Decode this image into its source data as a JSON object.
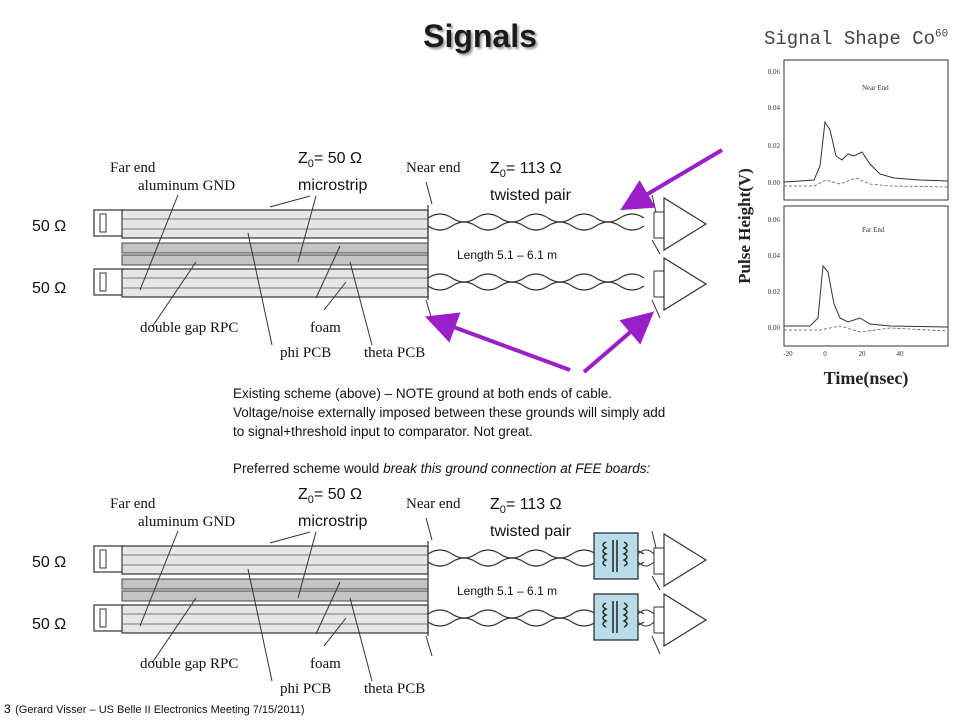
{
  "title": "Signals",
  "diagram_top": {
    "z_micro_prefix": "Z",
    "z_micro_sub": "0",
    "z_micro_value": "= 50 Ω",
    "z_micro_type": "microstrip",
    "z_twist_prefix": "Z",
    "z_twist_sub": "0",
    "z_twist_value": "= 113 Ω",
    "z_twist_type": "twisted pair",
    "far_end": "Far end",
    "near_end": "Near end",
    "aluminum_gnd": "aluminum GND",
    "term_1": "50 Ω",
    "term_2": "50 Ω",
    "length": "Length 5.1 – 6.1 m",
    "double_gap_rpc": "double gap RPC",
    "foam": "foam",
    "phi_pcb": "phi PCB",
    "theta_pcb": "theta PCB"
  },
  "diagram_bottom": {
    "z_micro_prefix": "Z",
    "z_micro_sub": "0",
    "z_micro_value": "= 50 Ω",
    "z_micro_type": "microstrip",
    "z_twist_prefix": "Z",
    "z_twist_sub": "0",
    "z_twist_value": "= 113 Ω",
    "z_twist_type": "twisted pair",
    "far_end": "Far end",
    "near_end": "Near end",
    "aluminum_gnd": "aluminum GND",
    "term_1": "50 Ω",
    "term_2": "50 Ω",
    "length": "Length 5.1 – 6.1 m",
    "double_gap_rpc": "double gap RPC",
    "foam": "foam",
    "phi_pcb": "phi PCB",
    "theta_pcb": "theta PCB"
  },
  "note": {
    "line1": "Existing scheme (above) – NOTE ground at both ends of cable.",
    "line2": "Voltage/noise externally imposed between these grounds will simply add",
    "line3": "to signal+threshold input to comparator. Not great.",
    "line4_plain": "Preferred scheme would ",
    "line4_italic": "break this ground connection at FEE boards:"
  },
  "plot": {
    "title": "Signal Shape Co",
    "title_sup": "60",
    "ylabel": "Pulse Height(V)",
    "xlabel": "Time(nsec)",
    "panel_top_label": "Near End",
    "panel_bottom_label": "Far End",
    "yticks": [
      "0.06",
      "0.04",
      "0.02",
      "0.00"
    ],
    "xticks": [
      "-20",
      "0",
      "20",
      "40"
    ]
  },
  "footer": {
    "page": "3",
    "text": "(Gerard Visser – US Belle II Electronics Meeting 7/15/2011)"
  },
  "colors": {
    "arrow": "#9b1fc9",
    "transformer_fill": "#b9dde8"
  }
}
